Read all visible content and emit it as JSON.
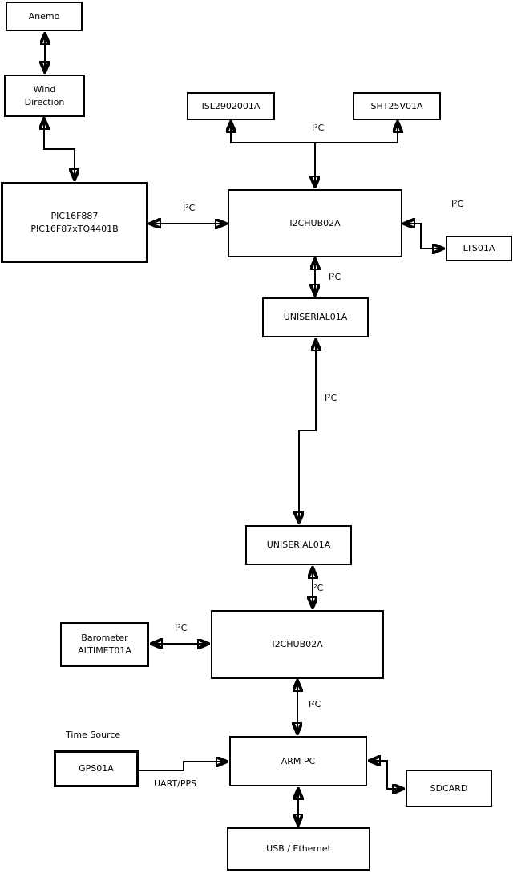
{
  "diagram_type": "hardware-block-diagram",
  "colors": {
    "background": "#ffffff",
    "box_fill": "#ffffff",
    "box_border": "#000000",
    "line": "#000000",
    "text": "#000000"
  },
  "nodes": {
    "anemo": {
      "lines": [
        "Anemo"
      ]
    },
    "wind_direction": {
      "lines": [
        "Wind",
        "Direction"
      ]
    },
    "pic": {
      "lines": [
        "PIC16F887",
        "PIC16F87xTQ4401B"
      ]
    },
    "isl": {
      "lines": [
        "ISL2902001A"
      ]
    },
    "sht": {
      "lines": [
        "SHT25V01A"
      ]
    },
    "i2chub_1": {
      "lines": [
        "I2CHUB02A"
      ]
    },
    "lts": {
      "lines": [
        "LTS01A"
      ]
    },
    "uniserial_1": {
      "lines": [
        "UNISERIAL01A"
      ]
    },
    "uniserial_2": {
      "lines": [
        "UNISERIAL01A"
      ]
    },
    "barometer": {
      "lines": [
        "Barometer",
        "ALTIMET01A"
      ]
    },
    "i2chub_2": {
      "lines": [
        "I2CHUB02A"
      ]
    },
    "gps": {
      "lines": [
        "GPS01A"
      ]
    },
    "arm_pc": {
      "lines": [
        "ARM PC"
      ]
    },
    "sdcard": {
      "lines": [
        "SDCARD"
      ]
    },
    "usb_ethernet": {
      "lines": [
        "USB / Ethernet"
      ]
    }
  },
  "annotations": {
    "time_source": "Time Source"
  },
  "connectors": [
    {
      "id": "anemo-wind",
      "from": "Anemo",
      "to": "Wind Direction",
      "type": "bidirectional",
      "label": ""
    },
    {
      "id": "wind-pic",
      "from": "Wind Direction",
      "to": "PIC16F887",
      "type": "bidirectional",
      "label": ""
    },
    {
      "id": "hub1-sensor-bus",
      "from": "I2CHUB02A",
      "to": "ISL2902001A / SHT25V01A",
      "type": "branch",
      "label": "I²C"
    },
    {
      "id": "pic-hub1",
      "from": "PIC16F887",
      "to": "I2CHUB02A",
      "type": "bidirectional",
      "label": "I²C"
    },
    {
      "id": "hub1-lts",
      "from": "I2CHUB02A",
      "to": "LTS01A",
      "type": "bidirectional",
      "label": "I²C"
    },
    {
      "id": "hub1-uniserial1",
      "from": "I2CHUB02A",
      "to": "UNISERIAL01A",
      "type": "bidirectional",
      "label": "I²C"
    },
    {
      "id": "uniserial1-uniserial2",
      "from": "UNISERIAL01A",
      "to": "UNISERIAL01A",
      "type": "bidirectional",
      "label": "I²C"
    },
    {
      "id": "uniserial2-hub2",
      "from": "UNISERIAL01A",
      "to": "I2CHUB02A",
      "type": "bidirectional",
      "label": "I²C"
    },
    {
      "id": "barometer-hub2",
      "from": "Barometer ALTIMET01A",
      "to": "I2CHUB02A",
      "type": "bidirectional",
      "label": "I²C"
    },
    {
      "id": "hub2-armpc",
      "from": "I2CHUB02A",
      "to": "ARM PC",
      "type": "bidirectional",
      "label": "I²C"
    },
    {
      "id": "gps-armpc",
      "from": "GPS01A",
      "to": "ARM PC",
      "type": "directed",
      "label": "UART/PPS"
    },
    {
      "id": "armpc-sdcard",
      "from": "ARM PC",
      "to": "SDCARD",
      "type": "bidirectional",
      "label": ""
    },
    {
      "id": "armpc-usb",
      "from": "ARM PC",
      "to": "USB / Ethernet",
      "type": "bidirectional",
      "label": ""
    }
  ]
}
